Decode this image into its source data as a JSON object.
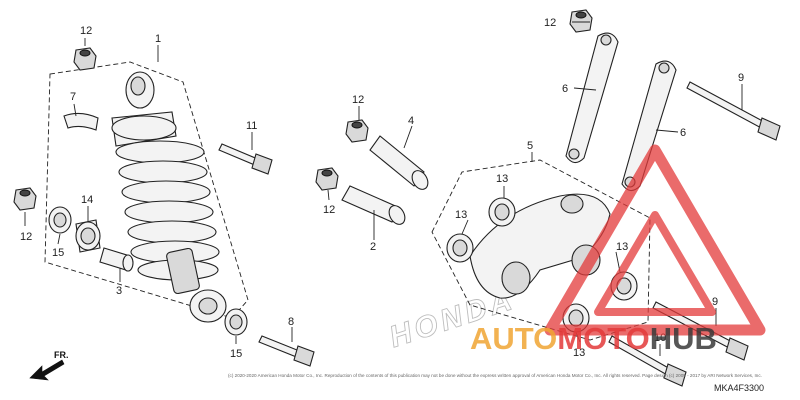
{
  "labels": {
    "n1": "1",
    "n2": "2",
    "n3": "3",
    "n4": "4",
    "n5": "5",
    "n6a": "6",
    "n6b": "6",
    "n7": "7",
    "n8": "8",
    "n9a": "9",
    "n9b": "9",
    "n10": "10",
    "n11": "11",
    "n12a": "12",
    "n12b": "12",
    "n12c": "12",
    "n12d": "12",
    "n12e": "12",
    "n13a": "13",
    "n13b": "13",
    "n13c": "13",
    "n13d": "13",
    "n14": "14",
    "n15a": "15",
    "n15b": "15"
  },
  "direction": "FR.",
  "diagram_code": "MKA4F3300",
  "copyright": "(c) 2020-2020 American Honda Motor Co., Inc. Reproduction of the contents of this publication may not be done without the express written approval of American Honda Motor Co., Inc. All rights reserved. Page design (c) 2005 - 2017 by ARI Network Services, Inc.",
  "watermark": {
    "part1": "AUTO",
    "part2": "MOTO",
    "part3": "HUB"
  },
  "background_logo": "HONDA",
  "colors": {
    "watermark_orange": "#f0a533",
    "watermark_red": "#e33a3a",
    "watermark_dark": "#3a3a3a"
  }
}
